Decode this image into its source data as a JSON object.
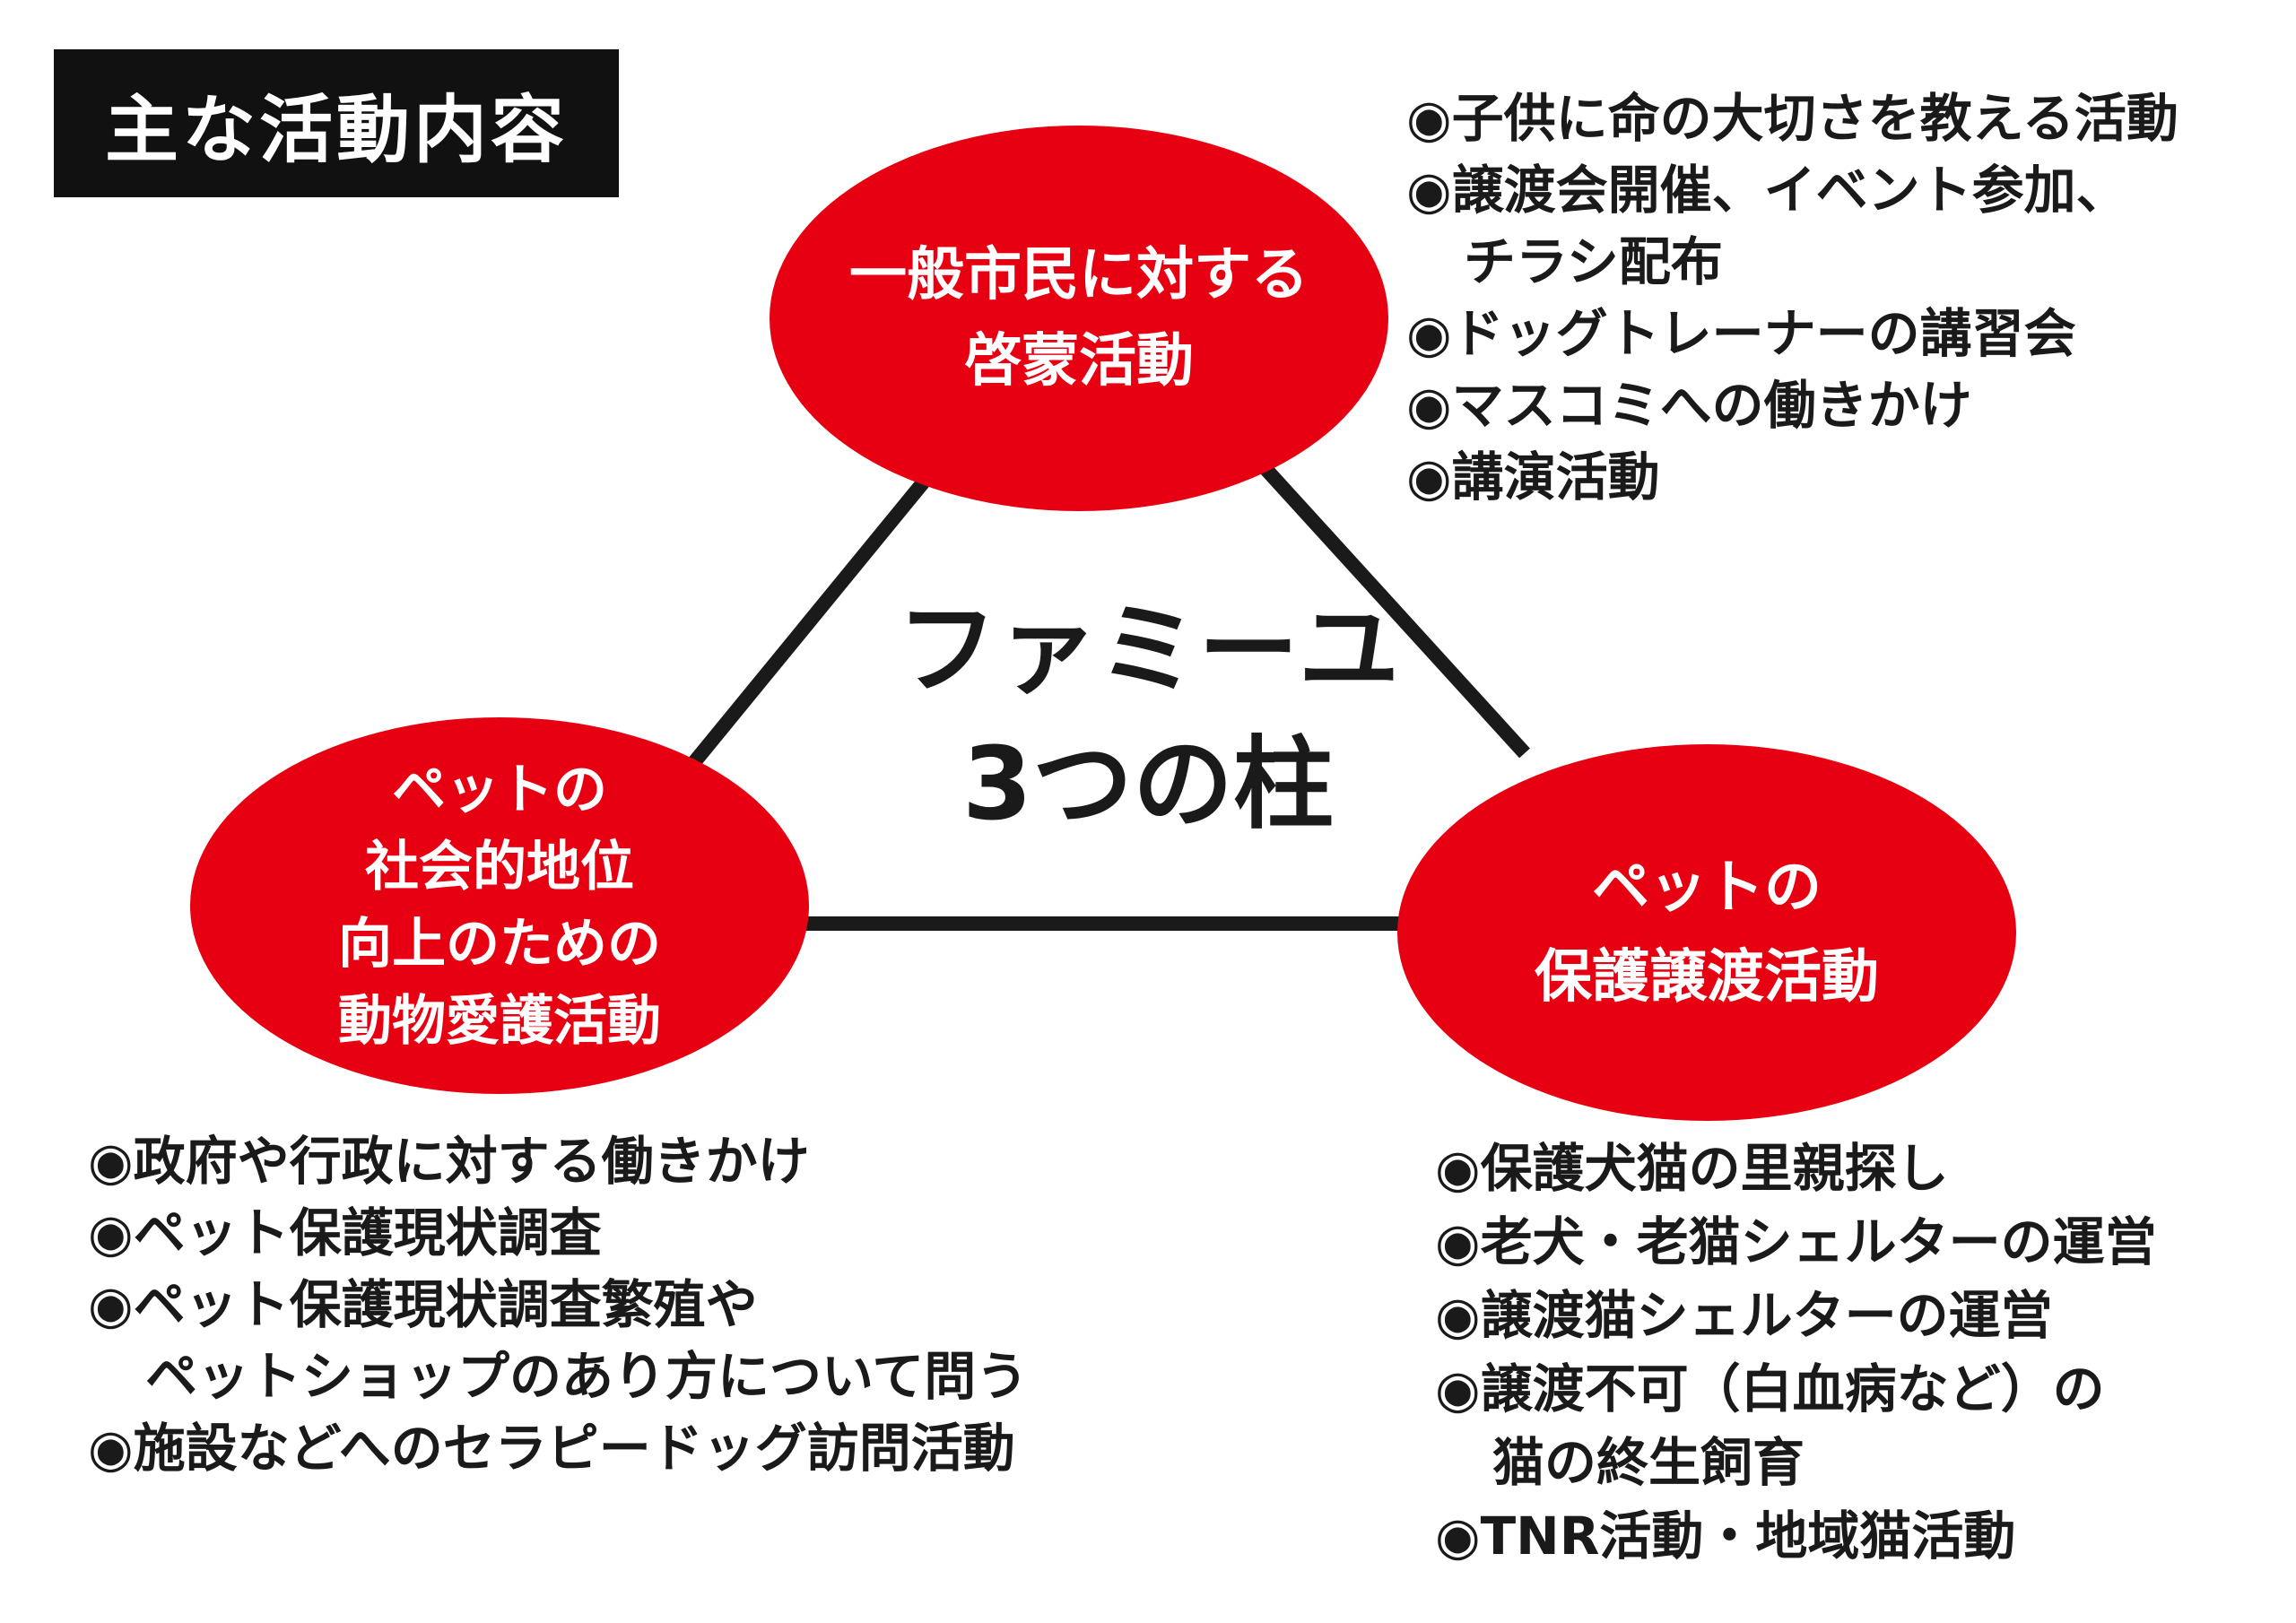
{
  "title": "主な活動内容",
  "center": {
    "line1": "ファミーユ",
    "line2": "3つの柱"
  },
  "colors": {
    "accent": "#e60012",
    "title_bg": "#111111",
    "text": "#1a1a1a",
    "line": "#1a1a1a"
  },
  "pillars": {
    "top": {
      "lines": [
        "一般市民に対する",
        "啓蒙活動"
      ]
    },
    "left": {
      "lines": [
        "ペットの",
        "社会的地位",
        "向上のための",
        "動物愛護活動"
      ]
    },
    "right": {
      "lines": [
        "ペットの",
        "保護譲渡活動"
      ]
    }
  },
  "lists": {
    "top": [
      [
        "◉子供に命の大切さを教える活動"
      ],
      [
        "◉譲渡会開催、イベント参加、",
        "チラシ配布"
      ],
      [
        "◉ドッグトレーナーの講習会"
      ],
      [
        "◉マスコミへの働きかけ"
      ],
      [
        "◉講演活動"
      ]
    ],
    "left": [
      [
        "◉政府や行政に対する働きかけ"
      ],
      [
        "◉ペット保護現状調査"
      ],
      [
        "◉ペット保護現状調査繁殖や",
        "ペットショップのあり方について問う"
      ],
      [
        "◉施設などへのセラピードッグ訪問活動"
      ]
    ],
    "right": [
      [
        "◉保護犬猫の里親探し"
      ],
      [
        "◉老犬・老猫シェルターの運営"
      ],
      [
        "◉譲渡猫シェルターの運営"
      ],
      [
        "◉譲渡不可（白血病など）の",
        "猫の終生飼育"
      ],
      [
        "◉TNR活動・地域猫活動"
      ]
    ]
  }
}
